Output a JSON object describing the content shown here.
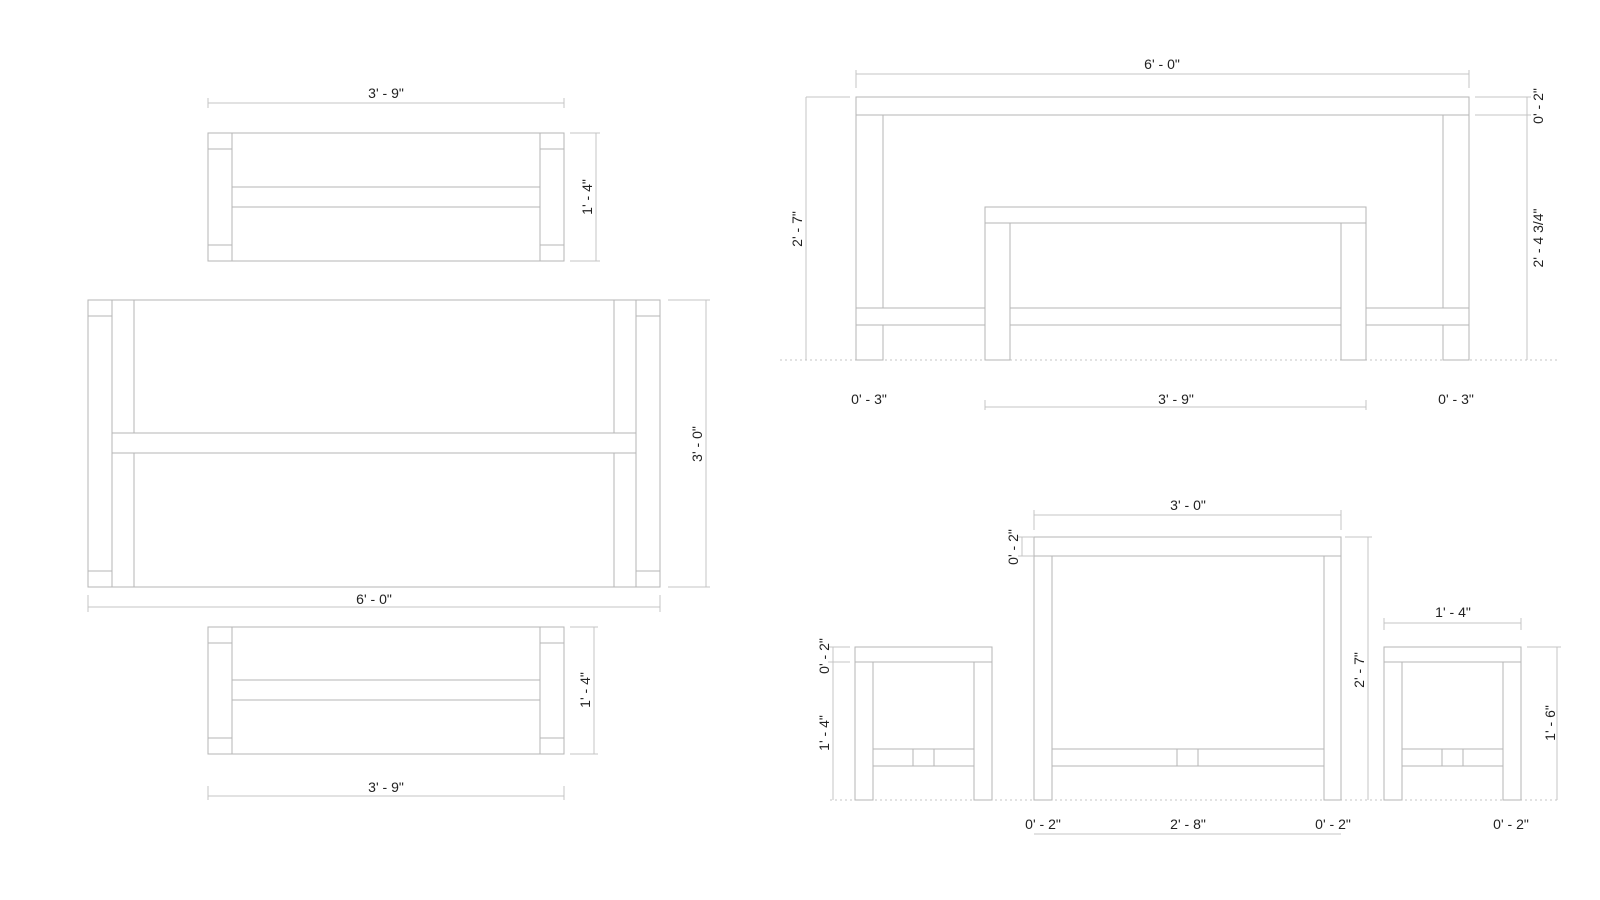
{
  "plan_view": {
    "top_bench_width": "3' - 9\"",
    "top_bench_depth": "1' - 4\"",
    "table_depth": "3' - 0\"",
    "table_length": "6' - 0\"",
    "bottom_bench_depth": "1' - 4\"",
    "bottom_bench_width": "3' - 9\""
  },
  "front_elevation": {
    "overall_length": "6' - 0\"",
    "top_thickness": "0' - 2\"",
    "overall_height": "2' - 7\"",
    "leg_height": "2' - 4 3/4\"",
    "left_overhang": "0' - 3\"",
    "bench_width": "3' - 9\"",
    "right_overhang": "0' - 3\""
  },
  "side_elevation": {
    "table_width": "3' - 0\"",
    "table_top_thickness": "0' - 2\"",
    "table_height": "2' - 7\"",
    "left_bench_top_thickness": "0' - 2\"",
    "left_bench_leg_height": "1' - 4\"",
    "right_bench_width": "1' - 4\"",
    "right_bench_height": "1' - 6\"",
    "table_left_inset": "0' - 2\"",
    "table_inner_span": "2' - 8\"",
    "table_right_inset": "0' - 2\"",
    "bench_right_inset": "0' - 2\""
  }
}
